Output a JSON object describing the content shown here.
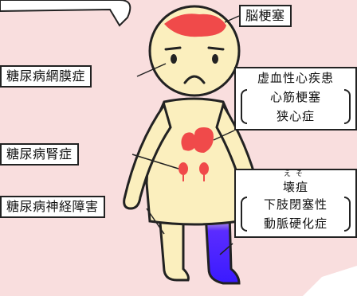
{
  "labels": {
    "brain": "脳梗塞",
    "retina": "糖尿病網膜症",
    "kidney": "糖尿病腎症",
    "nerve": "糖尿病神経障害"
  },
  "heart_box": {
    "title": "虚血性心疾患",
    "items": [
      "心筋梗塞",
      "狭心症"
    ]
  },
  "leg_box": {
    "ruby": "えそ",
    "title": "壊疽",
    "items": [
      "下肢閉塞性",
      "動脈硬化症"
    ]
  },
  "colors": {
    "background": "#f9dede",
    "body": "#fbefbe",
    "outline": "#222222",
    "organ": "#f04a4a",
    "leg": "#3a1aff"
  }
}
